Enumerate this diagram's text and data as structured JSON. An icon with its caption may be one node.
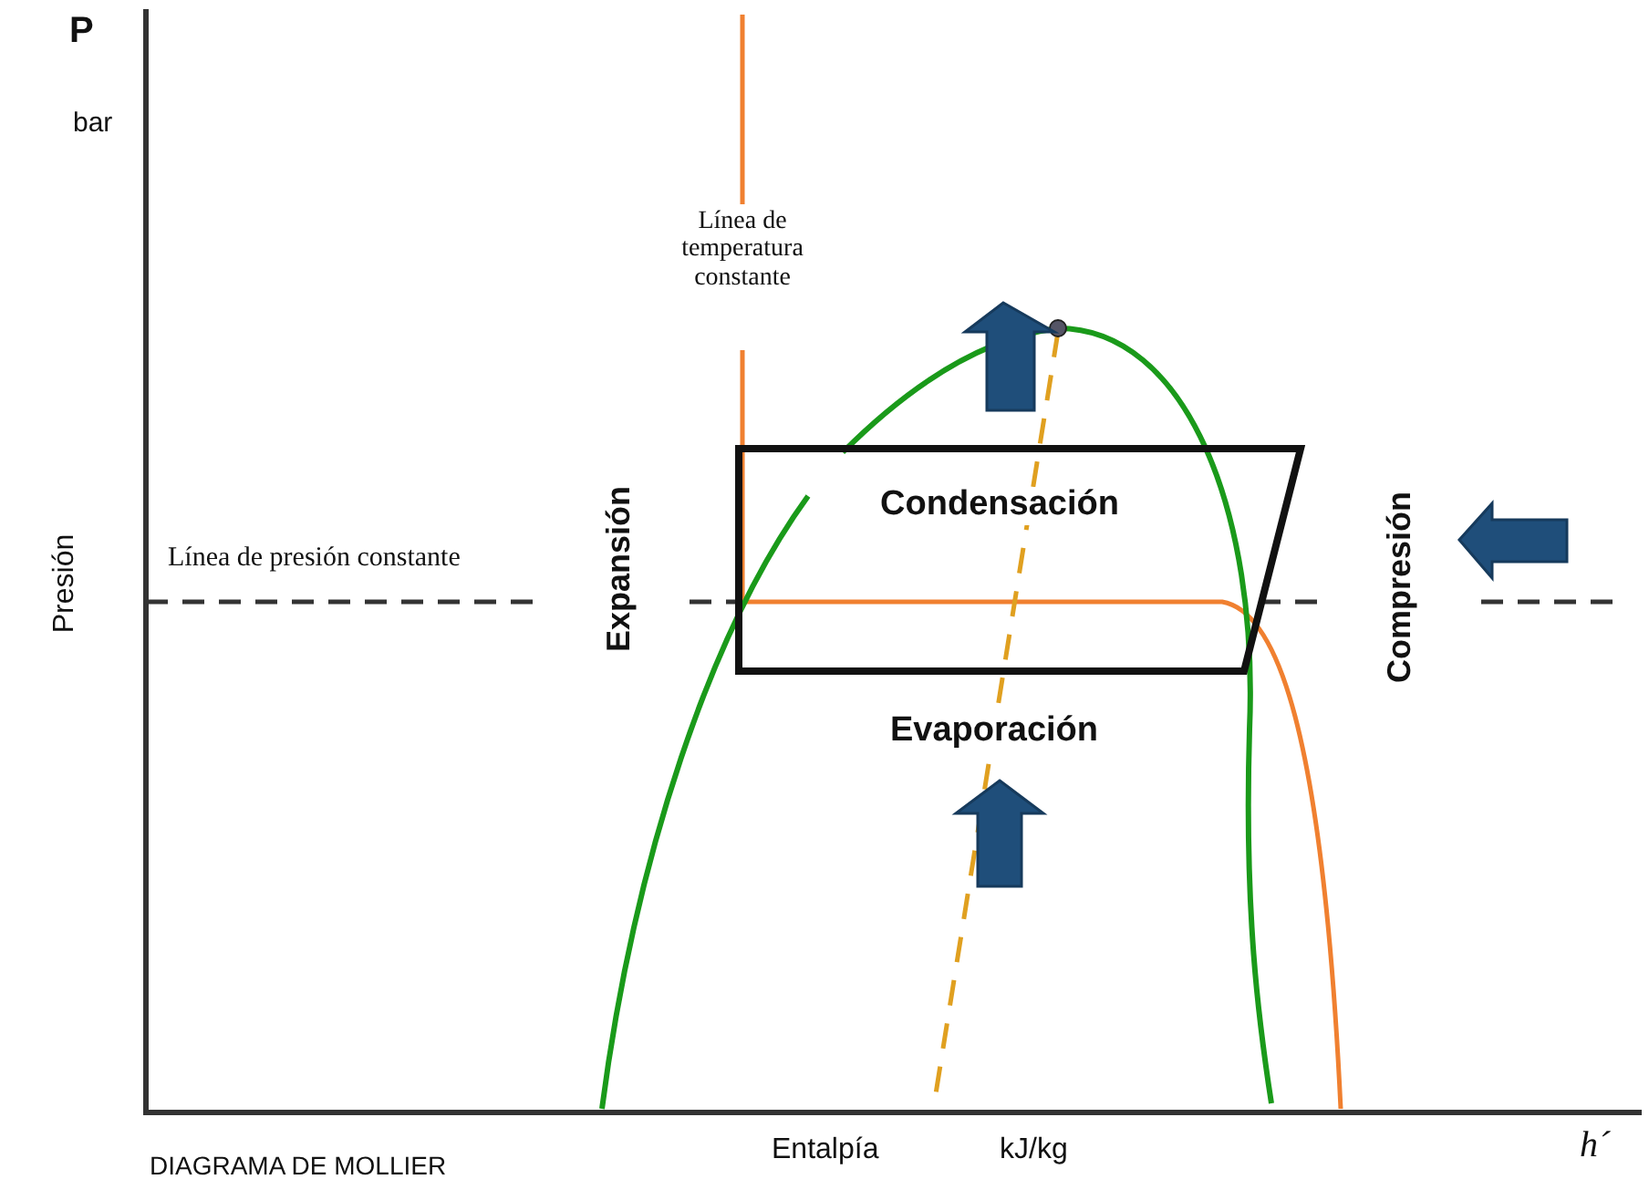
{
  "diagram": {
    "caption": "DIAGRAMA DE MOLLIER",
    "labels": [
      "P",
      "bar",
      "Línea de temperatura constante",
      "Condensación",
      "Compresión",
      "Línea de presión constante",
      "Presión",
      "Expansión",
      "Evaporación",
      "Entalpía",
      "kJ/kg",
      "h´"
    ]
  }
}
